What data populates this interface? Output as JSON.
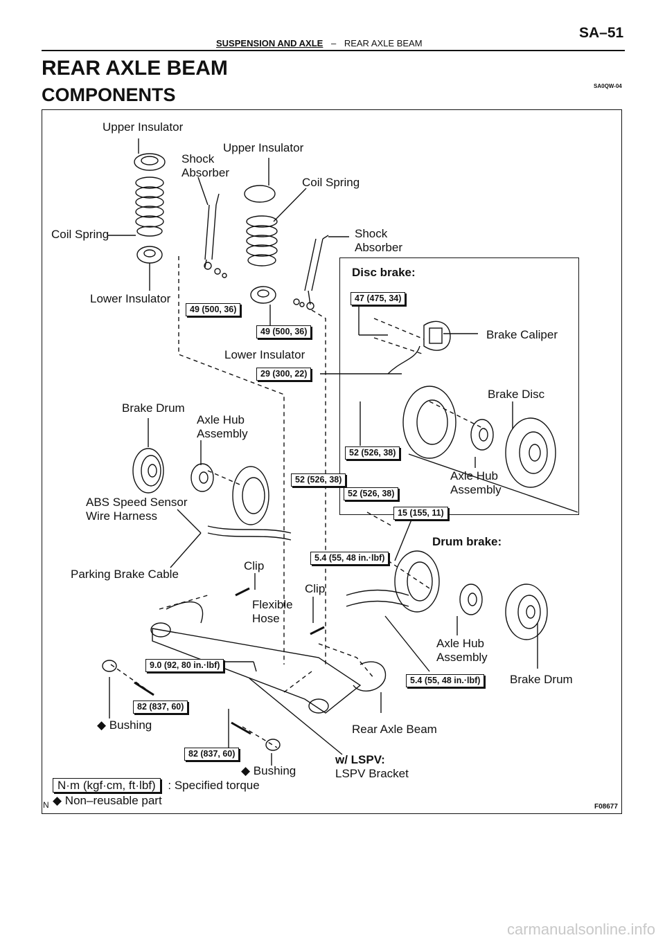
{
  "header": {
    "page_number": "SA–51",
    "section": "SUSPENSION AND AXLE",
    "separator": "–",
    "subsection": "REAR AXLE BEAM",
    "title": "REAR AXLE BEAM",
    "subtitle": "COMPONENTS",
    "ref_code": "SA0QW-04"
  },
  "labels": {
    "upper_insulator_left": "Upper Insulator",
    "upper_insulator_right": "Upper Insulator",
    "shock_absorber_left_1": "Shock",
    "shock_absorber_left_2": "Absorber",
    "coil_spring_right": "Coil Spring",
    "coil_spring_left": "Coil Spring",
    "shock_absorber_right_1": "Shock",
    "shock_absorber_right_2": "Absorber",
    "lower_insulator_left": "Lower Insulator",
    "lower_insulator_center": "Lower Insulator",
    "brake_drum_left": "Brake Drum",
    "axle_hub_left_1": "Axle Hub",
    "axle_hub_left_2": "Assembly",
    "abs_sensor_1": "ABS Speed Sensor",
    "abs_sensor_2": "Wire Harness",
    "parking_brake_cable": "Parking Brake Cable",
    "clip_left": "Clip",
    "clip_right": "Clip",
    "flexible_hose_1": "Flexible",
    "flexible_hose_2": "Hose",
    "disc_brake": "Disc brake:",
    "brake_caliper": "Brake Caliper",
    "brake_disc": "Brake Disc",
    "axle_hub_disc_1": "Axle Hub",
    "axle_hub_disc_2": "Assembly",
    "drum_brake": "Drum brake:",
    "axle_hub_drum_1": "Axle Hub",
    "axle_hub_drum_2": "Assembly",
    "brake_drum_right": "Brake Drum",
    "bushing_left": "◆ Bushing",
    "bushing_bottom": "◆ Bushing",
    "rear_axle_beam": "Rear Axle Beam",
    "lspv_1": "w/ LSPV:",
    "lspv_2": "LSPV Bracket"
  },
  "torques": {
    "t49a": "49 (500, 36)",
    "t49b": "49 (500, 36)",
    "t29": "29 (300, 22)",
    "t47": "47 (475, 34)",
    "t52a": "52 (526, 38)",
    "t52b": "52 (526, 38)",
    "t52c": "52 (526, 38)",
    "t15": "15 (155, 11)",
    "t54a": "5.4 (55, 48 in.·lbf)",
    "t9": "9.0 (92, 80 in.·lbf)",
    "t54b": "5.4 (55, 48 in.·lbf)",
    "t82a": "82 (837, 60)",
    "t82b": "82 (837, 60)"
  },
  "legend": {
    "unit_box": "N·m (kgf·cm, ft·lbf)",
    "unit_text": ": Specified torque",
    "marker": "N",
    "nonreusable": "◆ Non–reusable part",
    "figure_code": "F08677"
  },
  "watermark": "carmanualsonline.info"
}
